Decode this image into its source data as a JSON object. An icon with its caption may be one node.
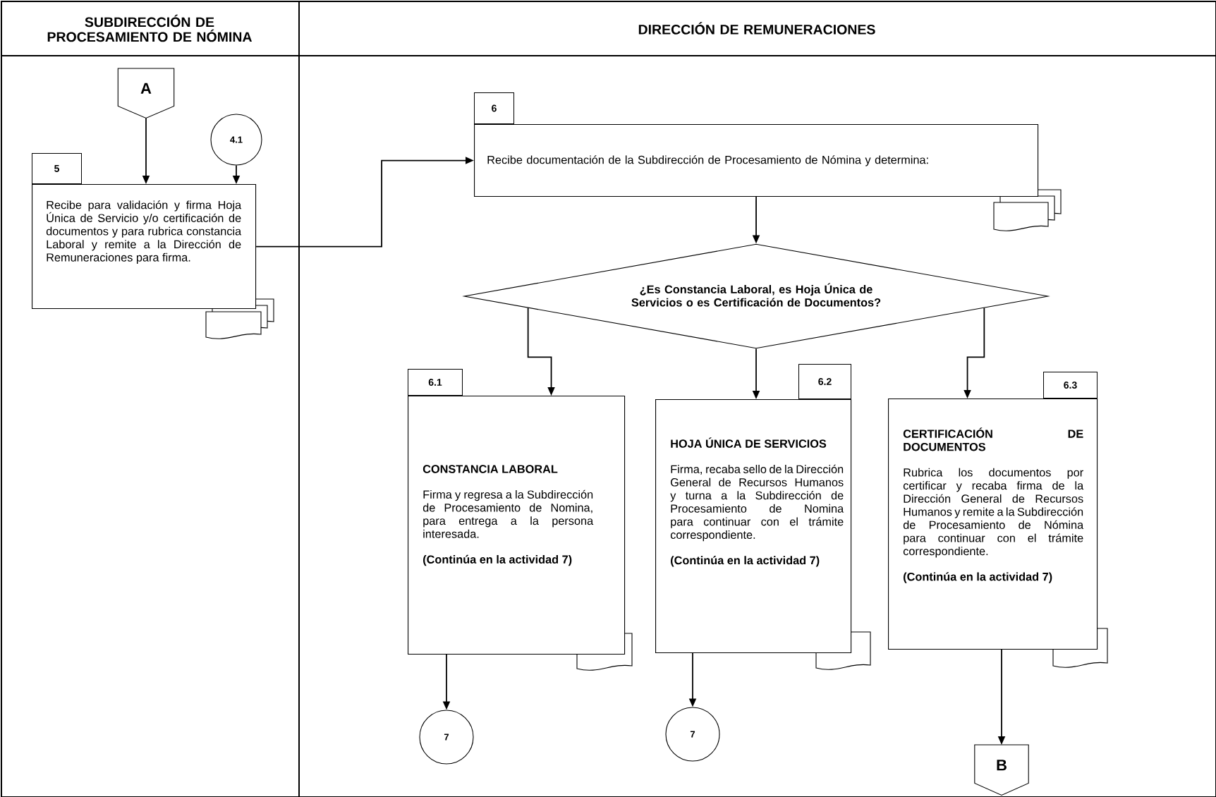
{
  "diagram": {
    "nodes": [
      {
        "text": [
          "SUBDIRECCIÓN DE PROCESAMIENTO DE NÓMINA"
        ]
      },
      {
        "text": [
          "DIRECCIÓN DE REMUNERACIONES"
        ]
      },
      {
        "text": [
          "A"
        ],
        "in": 0
      },
      {
        "text": [
          "4.1"
        ],
        "in": 0
      },
      {
        "text": [
          "5",
          "Recibe para validación y firma Hoja Única de Servicio y/o certificación de documentos y para rubrica constancia Laboral y remite a la Dirección de Remuneraciones para firma."
        ],
        "in": 0
      },
      {
        "text": [
          "6",
          "Recibe documentación de la Subdirección de Procesamiento de Nómina y determina:"
        ],
        "in": 1
      },
      {
        "text": [
          "¿Es Constancia Laboral, es Hoja Única de Servicios o es Certificación de Documentos?"
        ],
        "in": 1
      },
      {
        "text": [
          "6.1",
          "CONSTANCIA LABORAL",
          "Firma y regresa a la Subdirección de Procesamiento de Nomina, para entrega a la persona interesada.",
          "(Continúa en la actividad 7)"
        ],
        "in": 1
      },
      {
        "text": [
          "6.2",
          "HOJA ÚNICA DE SERVICIOS",
          "Firma, recaba sello de la Dirección General de Recursos Humanos y turna a la Subdirección de Procesamiento de Nomina para continuar con el trámite correspondiente.",
          "(Continúa en la actividad 7)"
        ],
        "in": 1
      },
      {
        "text": [
          "6.3",
          "CERTIFICACIÓN DE DOCUMENTOS",
          "Rubrica los documentos por certificar y recaba firma de la Dirección General de Recursos Humanos y remite a la Subdirección de Procesamiento de Nómina para continuar con el trámite correspondiente.",
          "(Continúa en la actividad 7)"
        ],
        "in": 1
      },
      {
        "text": [
          "7"
        ],
        "in": 1
      },
      {
        "text": [
          "7"
        ],
        "in": 1
      },
      {
        "text": [
          "B"
        ],
        "in": 1
      }
    ],
    "edges": [
      {
        "from": 2,
        "to": 4,
        "arrow": "to"
      },
      {
        "from": 3,
        "to": 4,
        "arrow": "to"
      },
      {
        "from": 4,
        "to": 5,
        "arrow": "to"
      },
      {
        "from": 5,
        "to": 6,
        "arrow": "to"
      },
      {
        "from": 6,
        "to": 7,
        "arrow": "to"
      },
      {
        "from": 6,
        "to": 8,
        "arrow": "to"
      },
      {
        "from": 6,
        "to": 9,
        "arrow": "to"
      },
      {
        "from": 7,
        "to": 10,
        "arrow": "to"
      },
      {
        "from": 8,
        "to": 11,
        "arrow": "to"
      },
      {
        "from": 9,
        "to": 12,
        "arrow": "to"
      }
    ]
  }
}
